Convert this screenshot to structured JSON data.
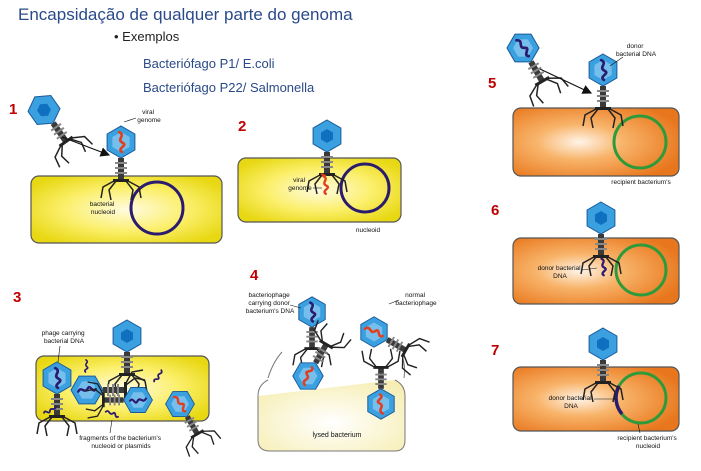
{
  "title": "Encapsidação de qualquer parte do genoma",
  "bullet": "Exemplos",
  "examples": [
    "Bacteriófago P1/ E.coli",
    "Bacteriófago P22/ Salmonella"
  ],
  "steps": [
    "1",
    "2",
    "3",
    "4",
    "5",
    "6",
    "7"
  ],
  "labels": {
    "viral_genome_1": [
      "viral",
      "genome"
    ],
    "bacterial_nucleoid": [
      "bacterial",
      "nucleoid"
    ],
    "viral_genome_2": [
      "viral",
      "genome"
    ],
    "nucleoid_2": "nucleoid",
    "phage_carrying": [
      "phage carrying",
      "bacterial DNA"
    ],
    "fragments": [
      "fragments of the bacterium's",
      "nucleoid or plasmids"
    ],
    "bacteriophage_carrying": [
      "bacteriophage",
      "carrying donor",
      "bacterium's DNA"
    ],
    "normal_bacteriophage": [
      "normal",
      "bacteriophage"
    ],
    "lysed_bacterium": "lysed bacterium",
    "donor_bacterial_dna_5": [
      "donor",
      "bacterial DNA"
    ],
    "recipient_bacterium_5": "recipient bacterium's",
    "donor_bacterial_dna_6": [
      "donor bacterial",
      "DNA"
    ],
    "donor_bacterial_dna_7": [
      "donor bacterial",
      "DNA"
    ],
    "recipient_nucleoid_7": [
      "recipient bacterium's",
      "nucleoid"
    ]
  },
  "colors": {
    "title": "#2a4a8a",
    "step_number": "#c00000",
    "yellow_cell": "#f7ea3a",
    "orange_cell": "#f08a28",
    "lysed_cell": "#fbf5c6",
    "nucleoid_purple": "#2b1b6e",
    "recipient_green": "#2e9a3a",
    "phage_head": "#3aa0e0",
    "viral_dna": "#e04020"
  }
}
